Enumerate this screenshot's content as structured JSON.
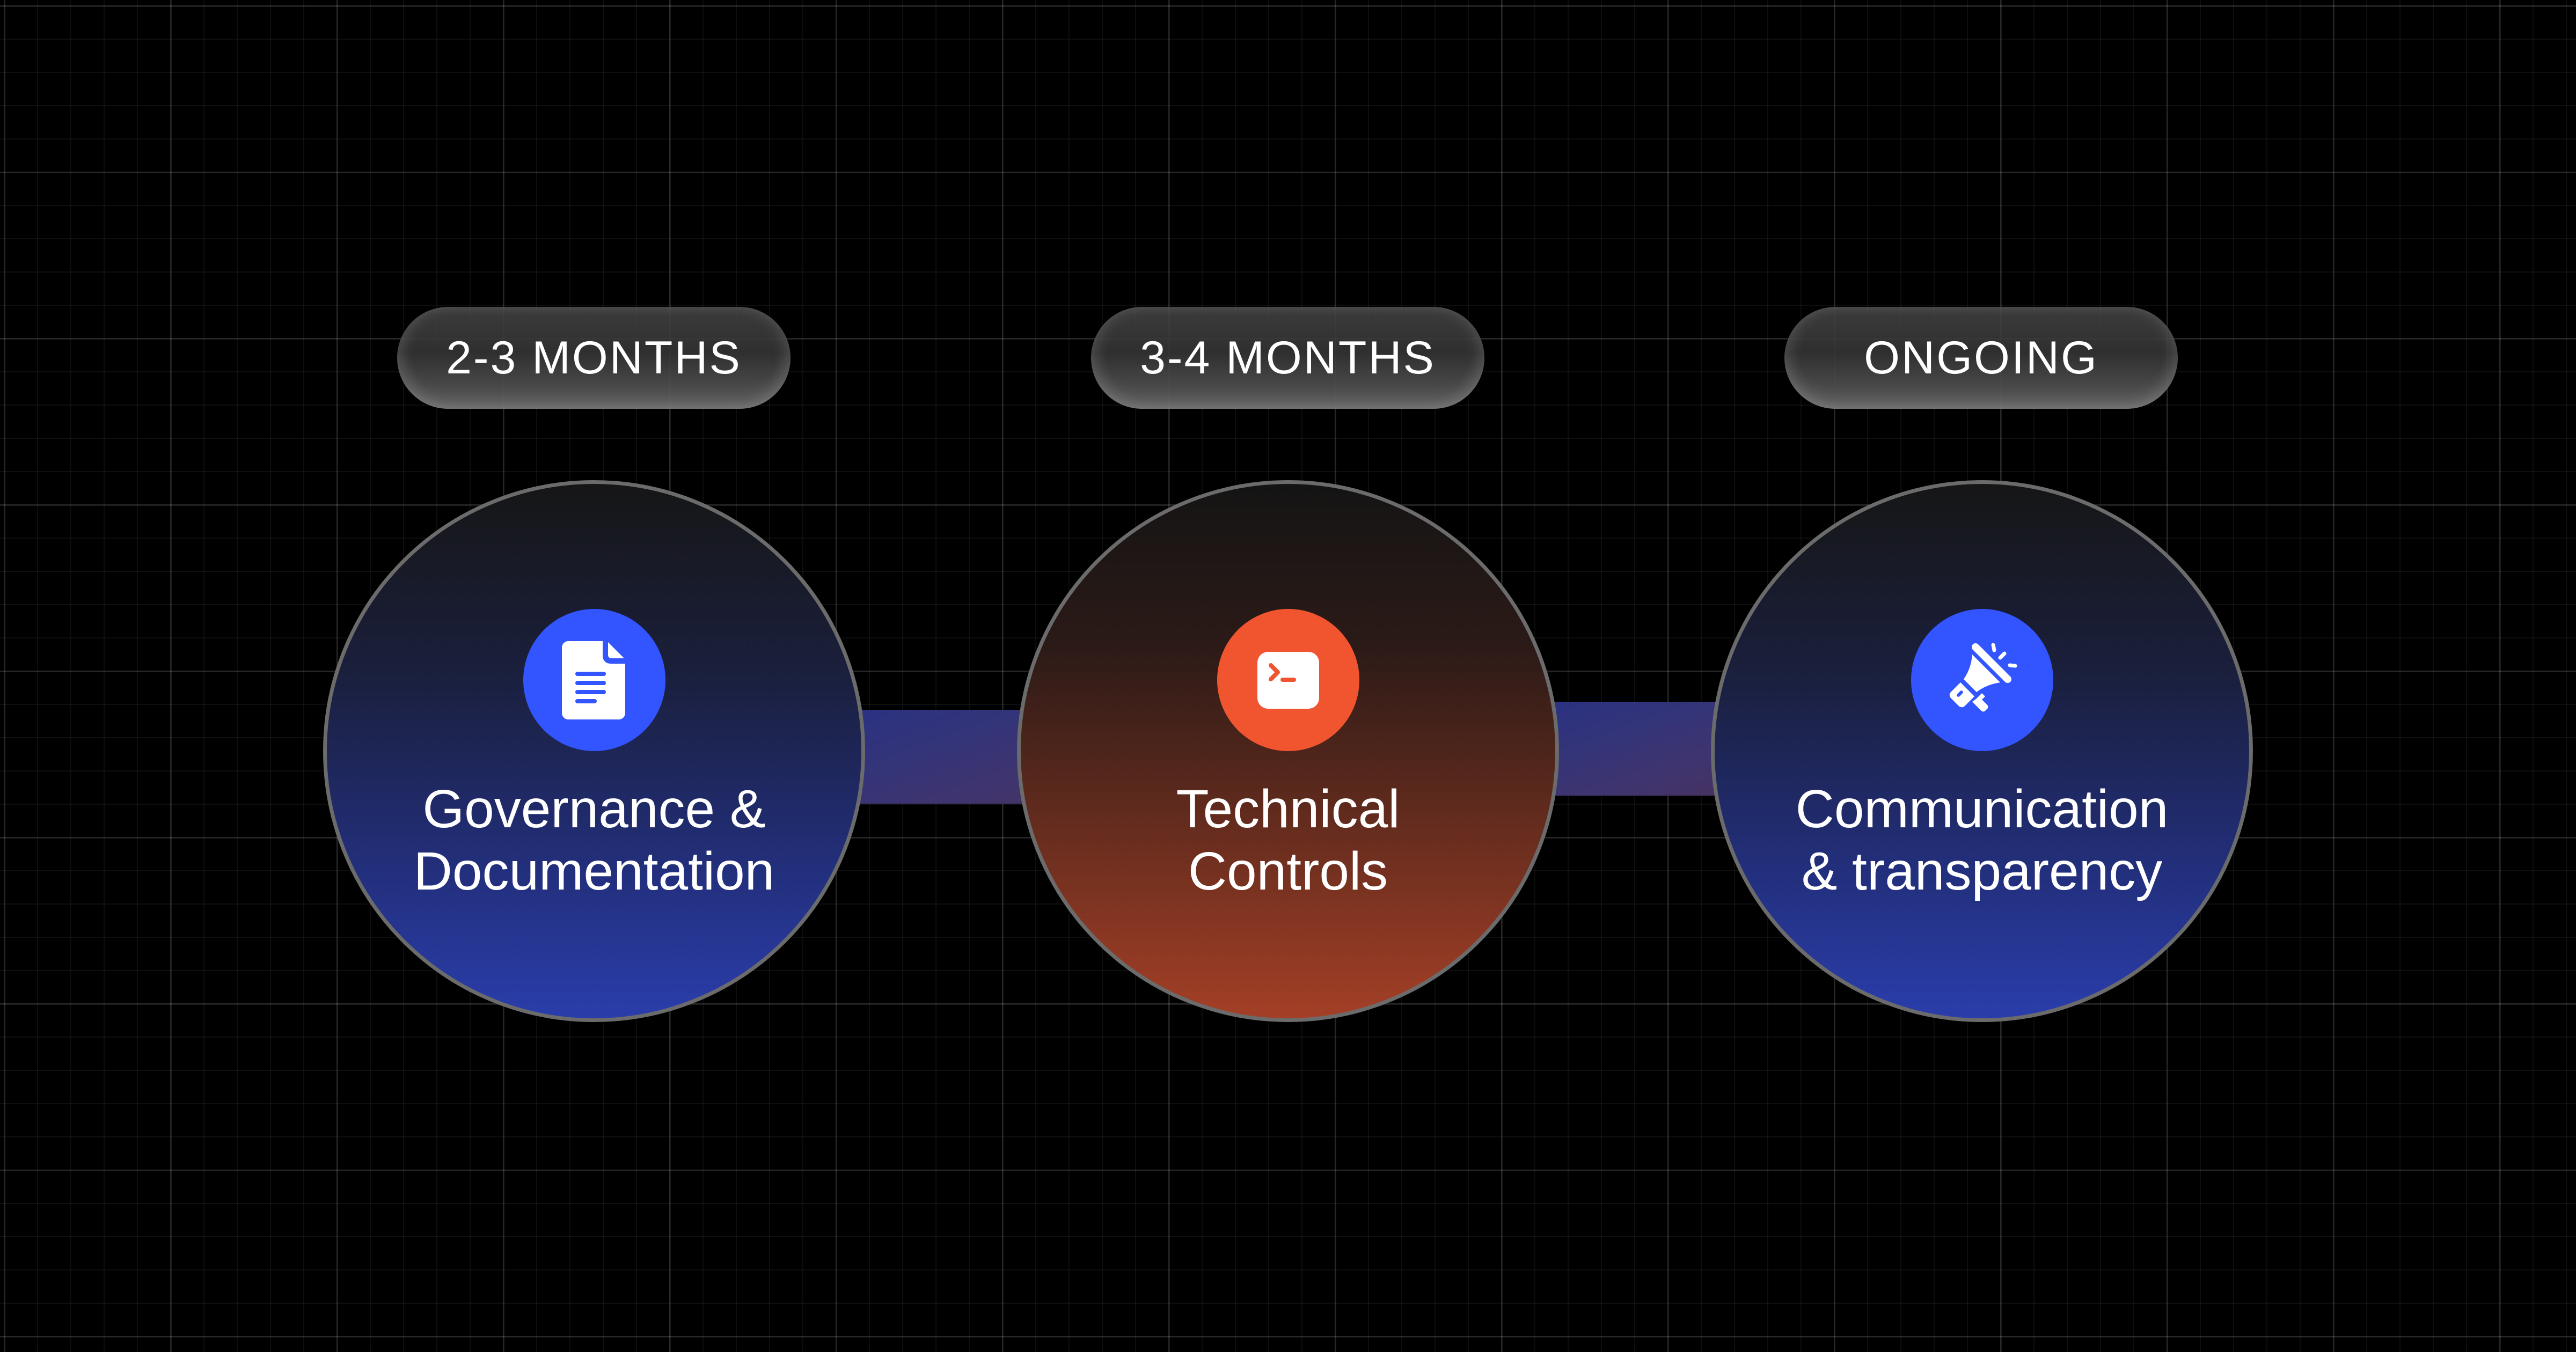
{
  "colors": {
    "background": "#000000",
    "blue_accent": "#3355ff",
    "orange_accent": "#f05530",
    "blue_node_bottom": "#2a3dab",
    "orange_node_bottom": "#a43f26",
    "node_border": "#6b6b6b",
    "connector": "#343478"
  },
  "phases": [
    {
      "duration": "2-3 MONTHS",
      "title_line1": "Governance &",
      "title_line2": "Documentation",
      "icon": "document-icon",
      "theme": "blue"
    },
    {
      "duration": "3-4 MONTHS",
      "title_line1": "Technical",
      "title_line2": "Controls",
      "icon": "terminal-icon",
      "theme": "orange"
    },
    {
      "duration": "ONGOING",
      "title_line1": "Communication",
      "title_line2": "& transparency",
      "icon": "megaphone-icon",
      "theme": "blue"
    }
  ]
}
